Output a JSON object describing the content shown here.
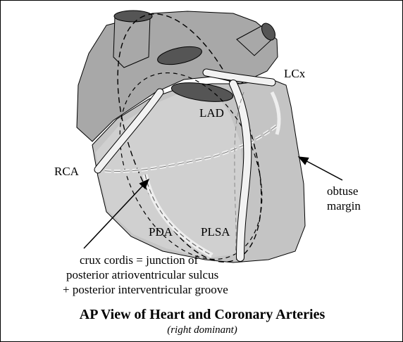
{
  "figure": {
    "title": "AP View of Heart and Coronary Arteries",
    "subtitle": "(right dominant)"
  },
  "labels": {
    "lcx": "LCx",
    "lad": "LAD",
    "rca": "RCA",
    "pda": "PDA",
    "plsa": "PLSA",
    "obtuse_line1": "obtuse",
    "obtuse_line2": "margin",
    "crux_line1": "crux cordis = junction of",
    "crux_line2": "posterior atrioventricular sulcus",
    "crux_line3": "+ posterior interventricular groove"
  },
  "colors": {
    "ventricle": "#c4c4c4",
    "ventricle_light": "#d0d0d0",
    "atrium": "#a8a8a8",
    "vessel_dark": "#555555",
    "artery_fill": "#f2f2f2",
    "outline": "#000000"
  }
}
